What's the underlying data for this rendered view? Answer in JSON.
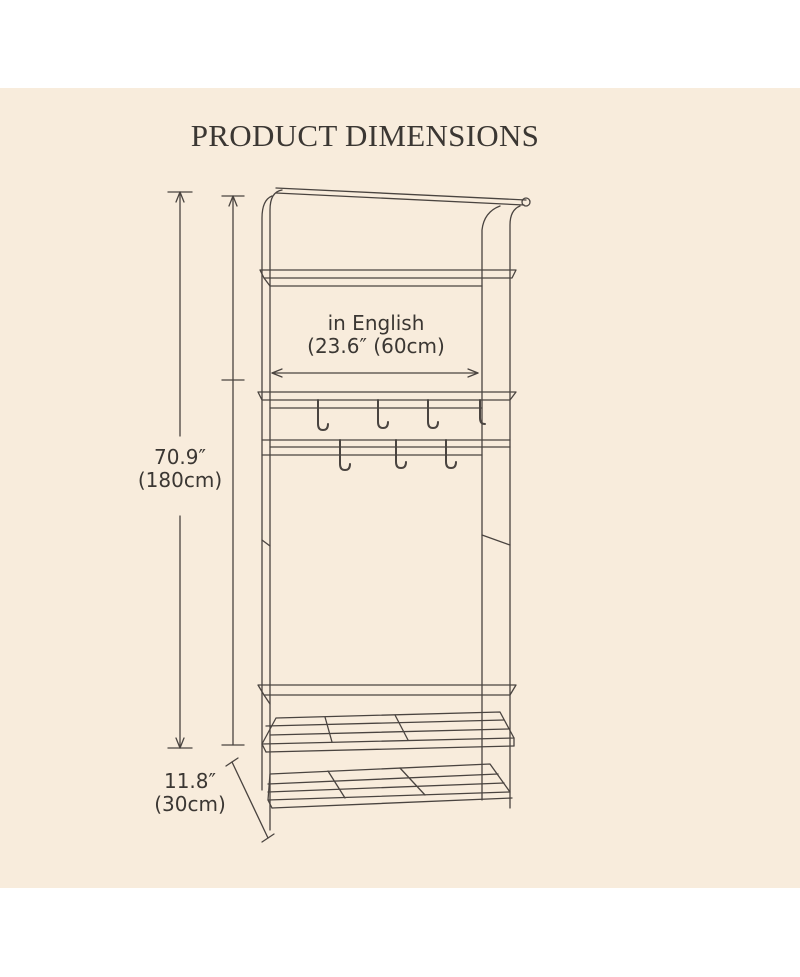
{
  "title": "PRODUCT DIMENSIONS",
  "width_label": {
    "line1": "in English",
    "line2": "(23.6″ (60cm)"
  },
  "height_label": {
    "line1": "70.9″",
    "line2": "(180cm)"
  },
  "depth_label": {
    "line1": "11.8″",
    "line2": "(30cm)"
  },
  "colors": {
    "background": "#f8ecdc",
    "line": "#3b3733",
    "frame": "#4a4440"
  },
  "features": [
    "hanging-rail",
    "top-shelf",
    "middle-shelf",
    "coat-hooks",
    "bench-shelf",
    "shoe-rack-upper",
    "shoe-rack-lower"
  ]
}
